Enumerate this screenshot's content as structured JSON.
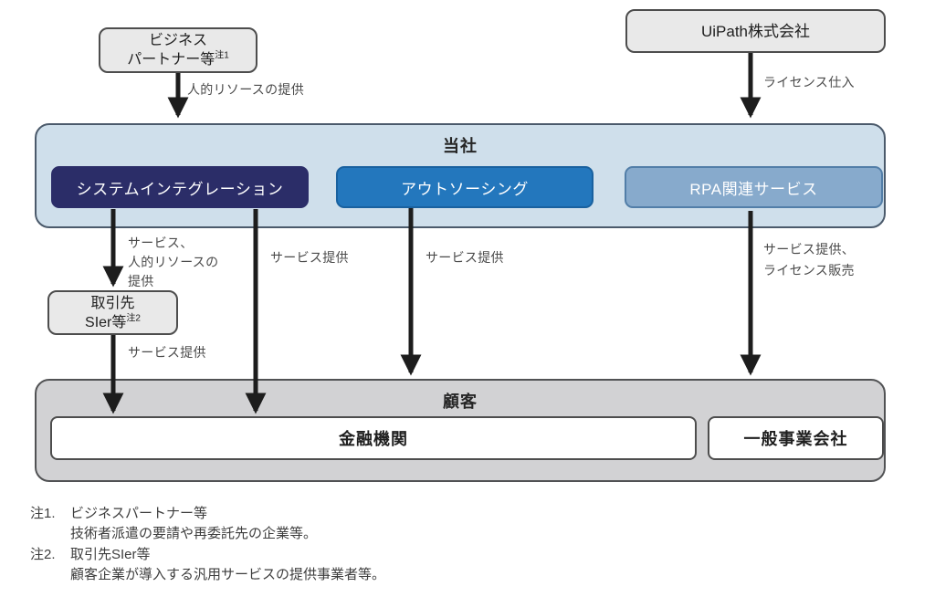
{
  "colors": {
    "navy": "#2b2d68",
    "blue": "#2377bd",
    "blue-border": "#19619f",
    "steel": "#87aacc",
    "steel-border": "#527ea8",
    "company-bg": "#cfdfeb",
    "company-border": "#4b5a6b",
    "customer-bg": "#d2d2d4",
    "customer-border": "#515254",
    "node-bg": "#e9e9e9",
    "node-border": "#4d4d4d",
    "arrow": "#1d1d1d"
  },
  "suppliers": {
    "business_partner": {
      "line1": "ビジネス",
      "line2": "パートナー等",
      "note_ref": "注1"
    },
    "uipath": {
      "label": "UiPath株式会社"
    }
  },
  "company": {
    "title": "当社",
    "segments": [
      "システムインテグレーション",
      "アウトソーシング",
      "RPA関連サービス"
    ]
  },
  "intermediary": {
    "line1": "取引先",
    "line2": "SIer等",
    "note_ref": "注2"
  },
  "customers": {
    "title": "顧客",
    "items": [
      "金融機関",
      "一般事業会社"
    ]
  },
  "flow_labels": {
    "hr_provision": "人的リソースの提供",
    "license_purchase": "ライセンス仕入",
    "service_hr": "サービス、\n人的リソースの\n提供",
    "service_left": "サービス提供",
    "service_mid": "サービス提供",
    "service_sier": "サービス提供",
    "service_rpa": "サービス提供、\nライセンス販売"
  },
  "notes": [
    {
      "ref": "注1.",
      "title": "ビジネスパートナー等",
      "desc": "技術者派遣の要請や再委託先の企業等。"
    },
    {
      "ref": "注2.",
      "title": "取引先SIer等",
      "desc": "顧客企業が導入する汎用サービスの提供事業者等。"
    }
  ]
}
